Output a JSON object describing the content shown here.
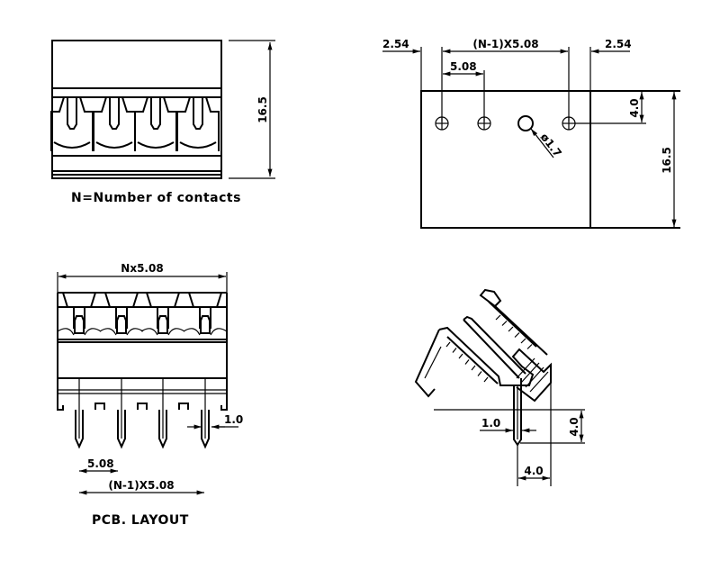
{
  "front_view": {
    "caption": "N=Number of contacts",
    "height_dim": "16.5"
  },
  "footprint_view": {
    "left_margin_dim": "2.54",
    "right_margin_dim": "2.54",
    "span_dim": "(N-1)X5.08",
    "pitch_dim": "5.08",
    "offset_dim": "4.0",
    "hole_dia_dim": "ø1.7",
    "height_dim": "16.5"
  },
  "pcb_view": {
    "caption": "PCB. LAYOUT",
    "width_dim": "Nx5.08",
    "pin_width_dim": "1.0",
    "pitch_dim": "5.08",
    "span_dim": "(N-1)X5.08"
  },
  "side_view": {
    "pin_width_dim": "1.0",
    "pin_length_dim": "4.0",
    "pin_offset_dim": "4.0"
  },
  "colors": {
    "line": "#000000",
    "background": "#ffffff"
  }
}
